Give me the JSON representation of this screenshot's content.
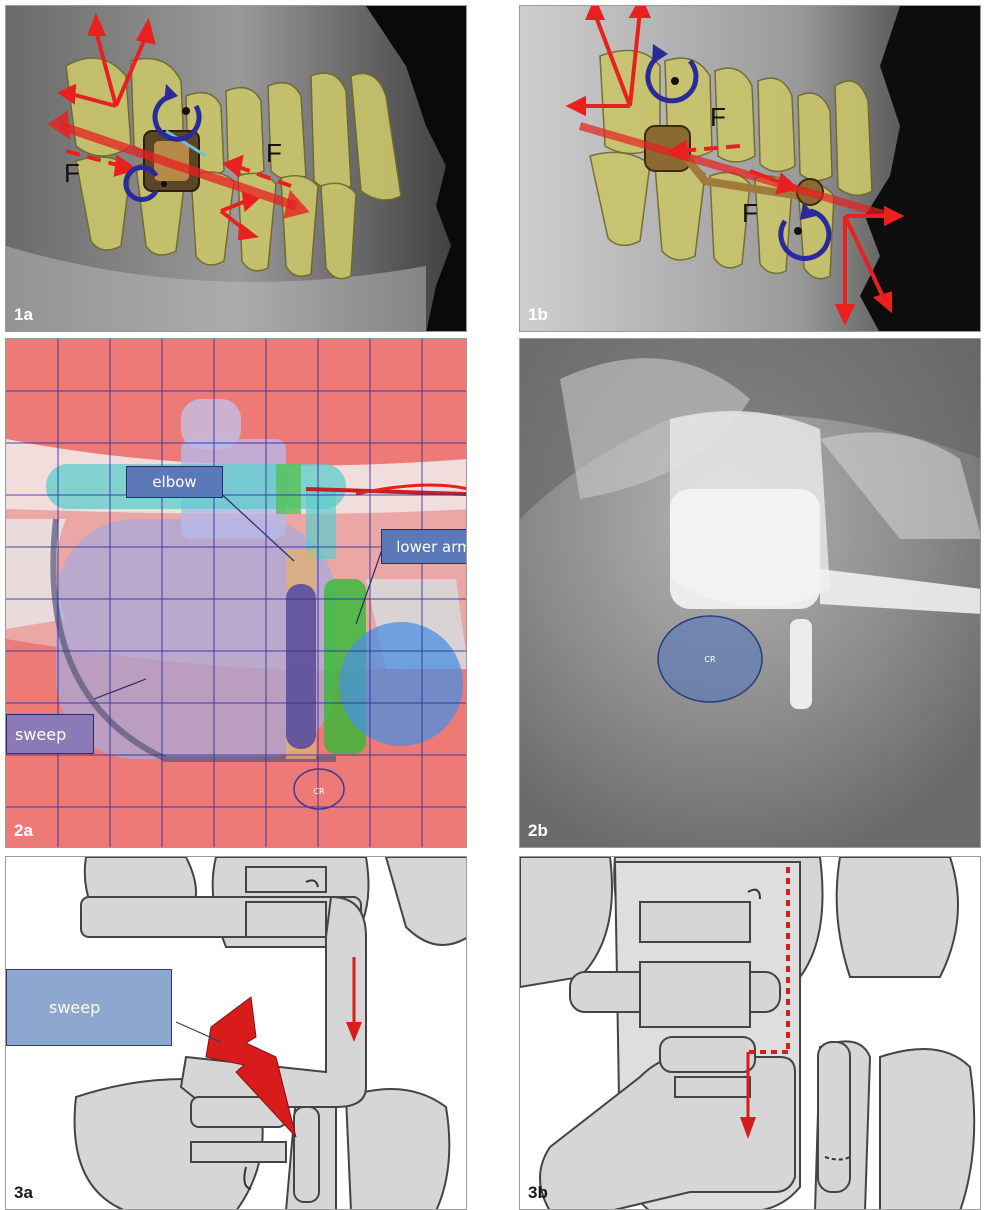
{
  "panels": [
    {
      "id": "1a",
      "label": "1a"
    },
    {
      "id": "1b",
      "label": "1b"
    },
    {
      "id": "2a",
      "label": "2a"
    },
    {
      "id": "2b",
      "label": "2b"
    },
    {
      "id": "3a",
      "label": "3a"
    },
    {
      "id": "3b",
      "label": "3b"
    }
  ],
  "annotations": {
    "force_label": "F",
    "elbow": "elbow",
    "lower_arm": "lower arm",
    "sweep": "sweep",
    "cr": "CR"
  },
  "colors": {
    "force_arrow": "#e82020",
    "rotation": "#2a2a9a",
    "grid": "#2b2b9a",
    "background_pink": "#ee7a78",
    "label_box": "#8da7cf",
    "lightning": "#d81c1c"
  }
}
